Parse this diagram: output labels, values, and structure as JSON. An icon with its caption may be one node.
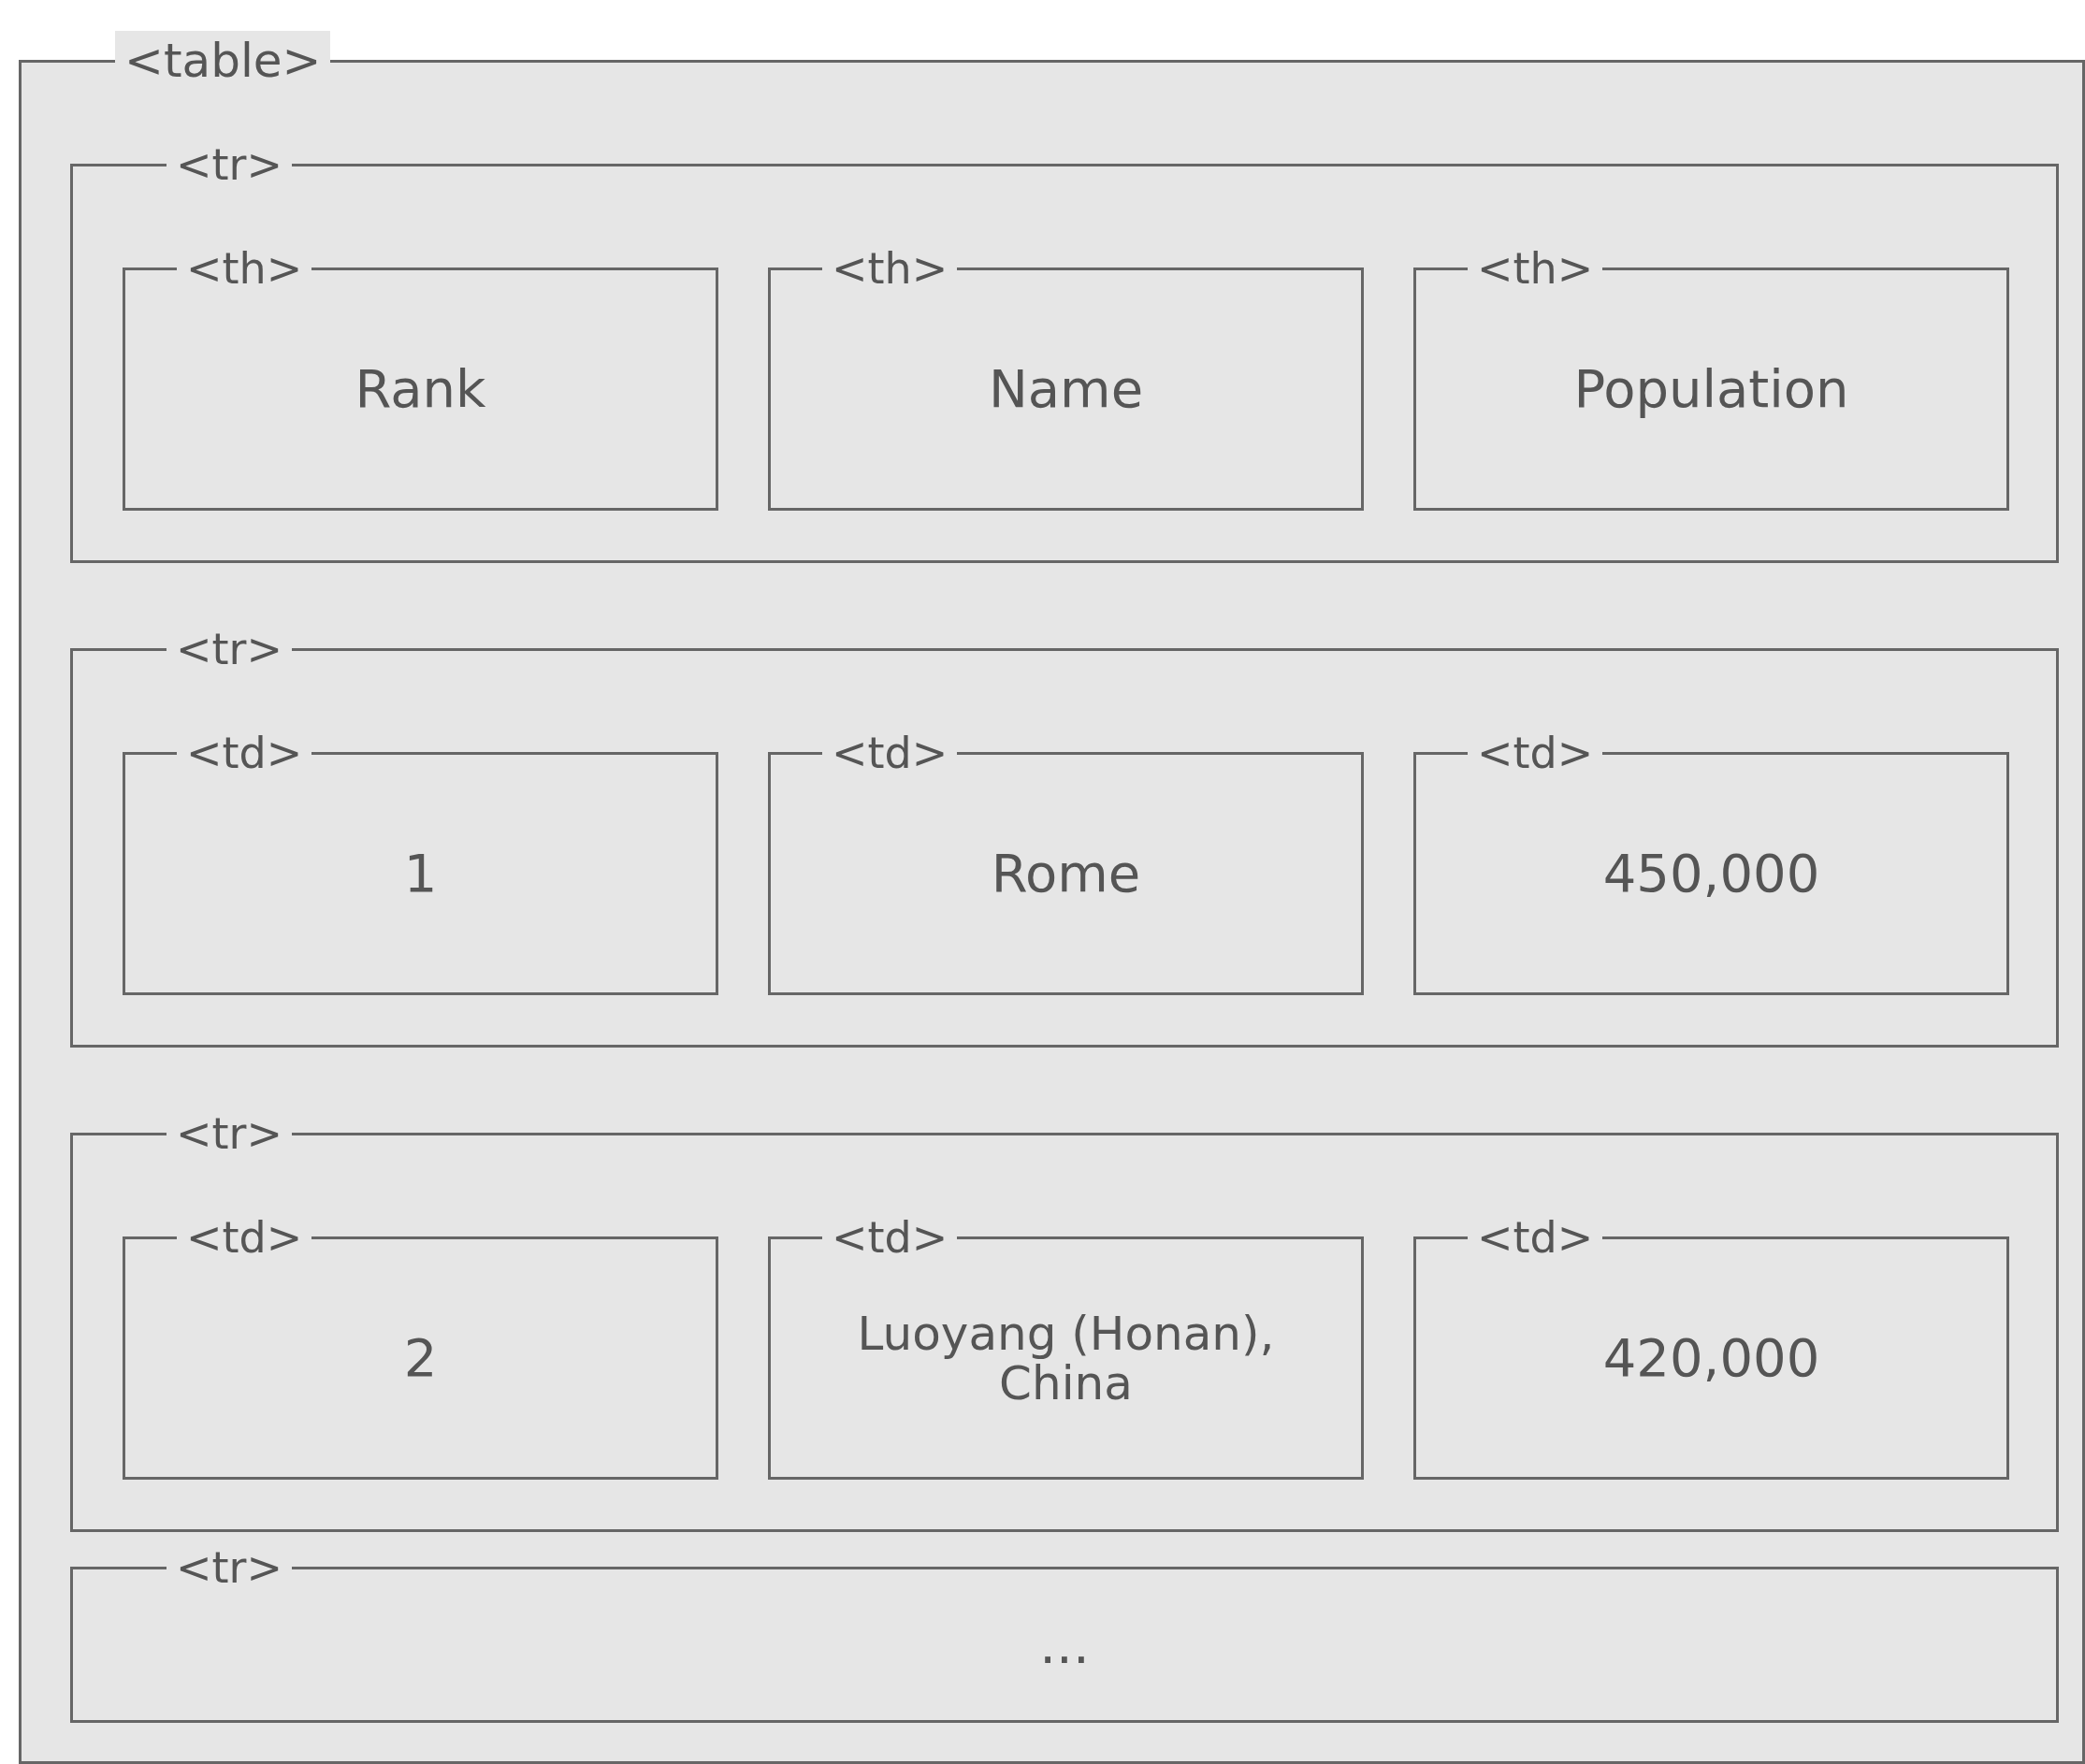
{
  "diagram": {
    "nodes": [
      {
        "text": [
          "<table>"
        ]
      },
      {
        "text": [
          "<tr>"
        ],
        "in": 0
      },
      {
        "text": [
          "<th>",
          "Rank"
        ],
        "in": 1
      },
      {
        "text": [
          "<th>",
          "Name"
        ],
        "in": 1
      },
      {
        "text": [
          "<th>",
          "Population"
        ],
        "in": 1
      },
      {
        "text": [
          "<tr>"
        ],
        "in": 0
      },
      {
        "text": [
          "<td>",
          "1"
        ],
        "in": 5
      },
      {
        "text": [
          "<td>",
          "Rome"
        ],
        "in": 5
      },
      {
        "text": [
          "<td>",
          "450,000"
        ],
        "in": 5
      },
      {
        "text": [
          "<tr>"
        ],
        "in": 0
      },
      {
        "text": [
          "<td>",
          "2"
        ],
        "in": 9
      },
      {
        "text": [
          "<td>",
          "Luoyang (Honan), China"
        ],
        "in": 9
      },
      {
        "text": [
          "<td>",
          "420,000"
        ],
        "in": 9
      },
      {
        "text": [
          "<tr>",
          "..."
        ],
        "in": 0
      }
    ]
  }
}
